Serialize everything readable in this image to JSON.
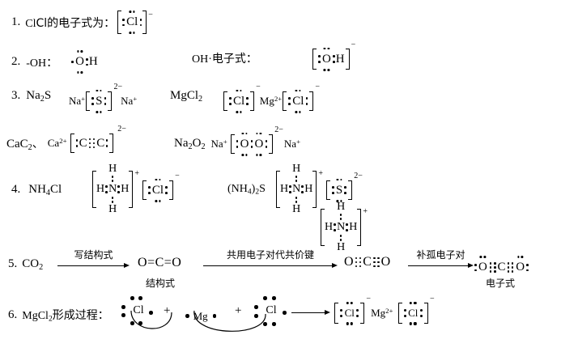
{
  "document": {
    "type": "chemistry-worksheet",
    "subject": "Lewis electron dot structures (电子式)",
    "background_color": "#ffffff",
    "text_color": "#000000"
  },
  "items": [
    {
      "number": "1.",
      "prompt": "Cl的电子式为：",
      "species": "Cl-",
      "structure_text": "[:Cl:]⁻",
      "charge": "−"
    },
    {
      "number": "2.",
      "prompt": "-OH：",
      "radical_text": "·Ö:H",
      "second_prompt": "OH·电子式：",
      "anion_text": "[:Ö:H]⁻",
      "charge": "−"
    },
    {
      "number": "3.",
      "formula_a": "Na2S",
      "structure_a": "Na⁺[:S̈:]²⁻Na⁺",
      "formula_b": "MgCl2",
      "structure_b": "[:C̈l:]⁻Mg²⁺[:C̈l:]⁻"
    },
    {
      "number": "",
      "formula_c": "CaC2、",
      "cation_c": "Ca2+",
      "structure_c": "[:C⋮⋮C:]²⁻",
      "formula_d": "Na2O2",
      "structure_d": "Na⁺[:Ö:Ö:]²⁻Na⁺"
    },
    {
      "number": "4.",
      "formula_a": "NH4Cl",
      "structure_a": "[H:N:H]⁺[:C̈l:]⁻",
      "formula_b": "(NH4)2S",
      "structure_b": "[H:N:H]⁺[:S̈:]²⁻ [H:N:H]⁺"
    },
    {
      "number": "5.",
      "start_formula": "CO2",
      "arrow1_label": "写结构式",
      "stage1": "O=C=O",
      "stage1_caption": "结构式",
      "arrow2_label": "共用电子对代共价键",
      "stage2": "O⋮⋮C⋮⋮O",
      "arrow3_label": "补孤电子对",
      "stage3": ":Ö⋮⋮C⋮⋮Ö:",
      "stage3_caption": "电子式"
    },
    {
      "number": "6.",
      "prompt": "MgCl2形成过程：",
      "reactant1": "Cl",
      "plus1": "+",
      "reactant2": "Mg",
      "plus2": "+",
      "reactant3": "Cl",
      "product": "[:C̈l:]⁻Mg²⁺[:C̈l:]⁻",
      "product_cation": "Mg2+"
    }
  ],
  "labels": {
    "item1_number": "1.",
    "item1_prompt": "Cl的电子式为：",
    "item2_number": "2.",
    "item2_prompt": "-OH：",
    "item2_prompt2": "OH·电子式：",
    "item3_number": "3.",
    "item3_formula_na2s": "Na",
    "item3_formula_na2s_sub": "2",
    "item3_formula_na2s_tail": "S",
    "item3_na_cation": "Na",
    "item3_na_sup": "+",
    "item3_s_charge": "2−",
    "item3_mgcl2": "MgCl",
    "item3_mgcl2_sub": "2",
    "item3_mg_cation": "Mg",
    "item3_mg_sup": "2+",
    "item3_cl_charge": "−",
    "item4_cac2": "CaC",
    "item4_cac2_sub": "2",
    "item4_cac2_tail": "、",
    "item4_ca_cation": "Ca",
    "item4_ca_sup": "2+",
    "item4_c2_charge": "2−",
    "item4_na2o2": "Na",
    "item4_na2o2_sub": "2",
    "item4_na2o2_mid": "O",
    "item4_na2o2_sub2": "2",
    "item5_number": "4.",
    "item5_nh4cl": "NH",
    "item5_nh4cl_sub": "4",
    "item5_nh4cl_tail": "Cl",
    "item5_nh4_charge": "+",
    "item5_cl_charge": "−",
    "item5_nh42s_open": "(NH",
    "item5_nh42s_sub": "4",
    "item5_nh42s_close": ")",
    "item5_nh42s_sub2": "2",
    "item5_nh42s_tail": "S",
    "item5_s_charge": "2−",
    "item6_number": "5.",
    "item6_co2": "CO",
    "item6_co2_sub": "2",
    "item6_arrow1": "写结构式",
    "item6_caption1": "结构式",
    "item6_arrow2": "共用电子对代共价键",
    "item6_arrow3": "补孤电子对",
    "item6_caption3": "电子式",
    "item7_number": "6.",
    "item7_prompt": "MgCl",
    "item7_prompt_sub": "2",
    "item7_prompt_tail": "形成过程：",
    "item7_plus1": "+",
    "item7_plus2": "+",
    "atom_cl": "Cl",
    "atom_mg": "Mg",
    "atom_o": "O",
    "atom_c": "C",
    "atom_s": "S",
    "atom_n": "N",
    "atom_h": "H",
    "double_bond": "=",
    "mg_cation": "Mg",
    "mg_cation_sup": "2+"
  }
}
